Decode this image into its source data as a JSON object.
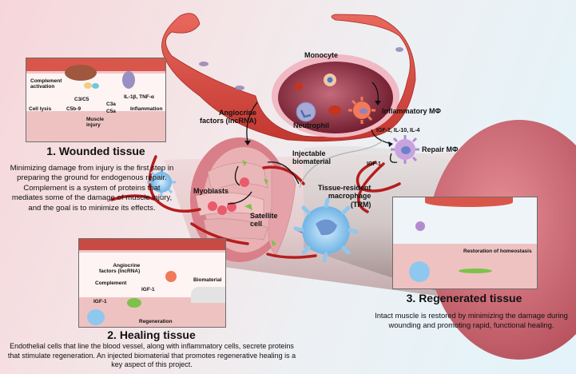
{
  "labels": {
    "monocyte": "Monocyte",
    "neutrophil": "Neutrophil",
    "inflammatory_macrophage": "Inflammatory MΦ",
    "repair_macrophage": "Repair MΦ",
    "cytokines": "IGF-1, IL-10, IL-4",
    "igf1": "IGF-1",
    "angiocrine_line1": "Angiocrine",
    "angiocrine_line2": "factors (lncRNA)",
    "injectable_line1": "Injectable",
    "injectable_line2": "biomaterial",
    "myoblasts": "Myoblasts",
    "satellite_line1": "Satellite",
    "satellite_line2": "cell",
    "trm_line1": "Tissue-resident",
    "trm_line2": "macrophage",
    "trm_line3": "(TRM)"
  },
  "panel1": {
    "title": "1. Wounded tissue",
    "description": "Minimizing damage from injury is the first step in preparing the ground for endogenous repair. Complement is a system of proteins that mediates some of the damage of muscle injury, and the goal is to minimize its effects.",
    "inset": {
      "complement_line1": "Complement",
      "complement_line2": "activation",
      "c3c5": "C3/C5",
      "il1_tnf": "IL-1β, TNF-α",
      "cell_lysis": "Cell lysis",
      "c5b9": "C5b-9",
      "c3a": "C3a",
      "c5a": "C5a",
      "inflammation": "Inflammation",
      "muscle_line1": "Muscle",
      "muscle_line2": "injury"
    }
  },
  "panel2": {
    "title": "2. Healing tissue",
    "description": "Endothelial cells that line the blood vessel, along with inflammatory cells, secrete proteins that stimulate regeneration. An injected biomaterial that promotes regenerative healing is a key aspect of this project.",
    "inset": {
      "angiocrine_line1": "Angiocrine",
      "angiocrine_line2": "factors (lncRNA)",
      "complement": "Complement",
      "igf1_a": "IGF-1",
      "igf1_b": "IGF-1",
      "biomaterial": "Biomaterial",
      "regeneration": "Regeneration"
    }
  },
  "panel3": {
    "title": "3. Regenerated tissue",
    "description": "Intact muscle is restored by minimizing the damage during wounding and promoting rapid, functional healing.",
    "inset": {
      "homeostasis": "Restoration of homeostasis"
    }
  },
  "colors": {
    "vessel": "#d9504a",
    "vessel_lumen": "#7a1f33",
    "muscle": "#e9a7a8",
    "macrophage_blue": "#8fc8ef",
    "repair_purple": "#b58ad0",
    "inflammatory_orange": "#f07a5a",
    "satellite_green": "#7cc24a"
  }
}
